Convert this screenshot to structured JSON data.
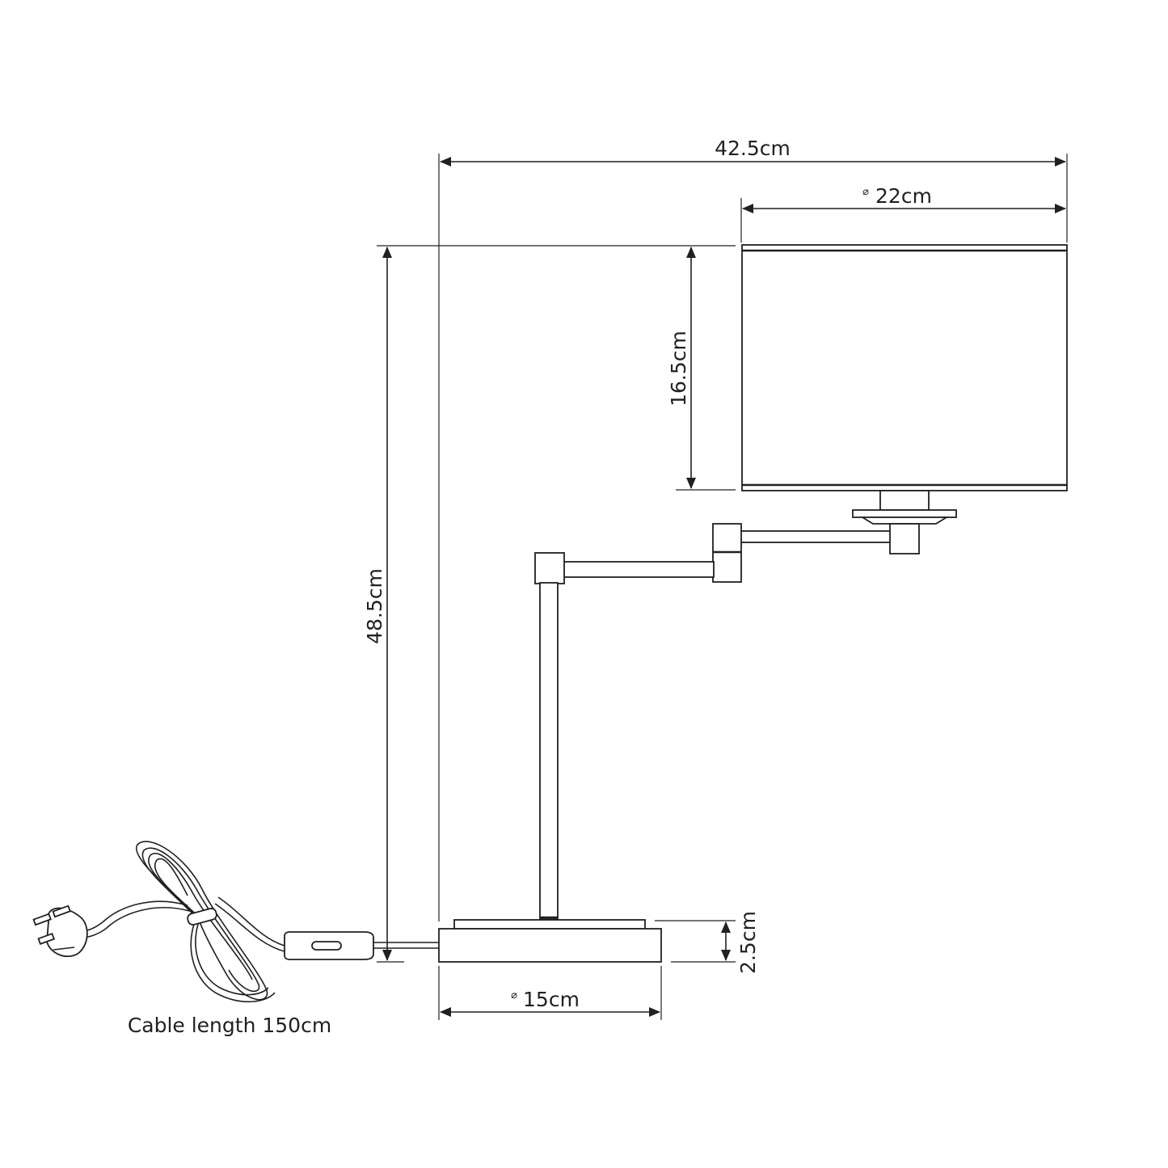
{
  "dimensions": {
    "total_width": "42.5cm",
    "shade_diameter": "22cm",
    "shade_height": "16.5cm",
    "total_height": "48.5cm",
    "base_height": "2.5cm",
    "base_diameter": "15cm",
    "diameter_symbol": "⌀"
  },
  "cable": {
    "label": "Cable length 150cm"
  }
}
